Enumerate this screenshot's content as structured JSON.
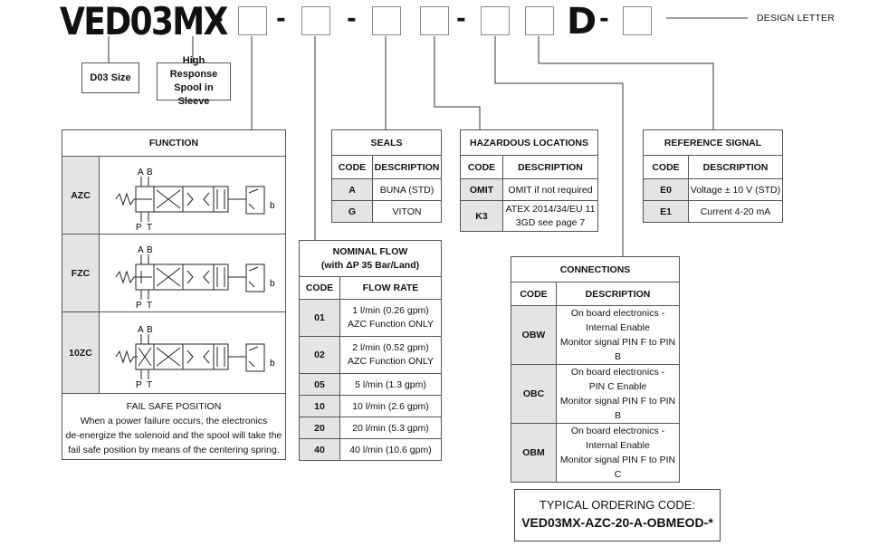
{
  "title": "VED03MX",
  "dash": "-",
  "d_letter": "D",
  "design_letter_label": "DESIGN LETTER",
  "size_label": "D03 Size",
  "spool_label_1": "High Response",
  "spool_label_2": "Spool in Sleeve",
  "function": {
    "header": "FUNCTION",
    "rows": [
      {
        "code": "AZC"
      },
      {
        "code": "FZC"
      },
      {
        "code": "10ZC"
      }
    ],
    "symbol_labels": {
      "a": "A",
      "b": "B",
      "p": "P",
      "t": "T",
      "side_b": "b"
    },
    "failsafe_title": "FAIL SAFE POSITION",
    "failsafe_lines": [
      "When a power failure occurs, the electronics",
      "de-energize the solenoid and the spool will take the",
      "fail safe position by means of the centering spring."
    ]
  },
  "seals": {
    "header": "SEALS",
    "col_code": "CODE",
    "col_desc": "DESCRIPTION",
    "rows": [
      {
        "code": "A",
        "desc": "BUNA (STD)"
      },
      {
        "code": "G",
        "desc": "VITON"
      }
    ]
  },
  "hazardous": {
    "header": "HAZARDOUS LOCATIONS",
    "col_code": "CODE",
    "col_desc": "DESCRIPTION",
    "rows": [
      {
        "code": "OMIT",
        "desc1": "OMIT if not required",
        "desc2": ""
      },
      {
        "code": "K3",
        "desc1": "ATEX 2014/34/EU 11",
        "desc2": "3GD see page 7"
      }
    ]
  },
  "reference": {
    "header": "REFERENCE SIGNAL",
    "col_code": "CODE",
    "col_desc": "DESCRIPTION",
    "rows": [
      {
        "code": "E0",
        "desc": "Voltage ± 10 V (STD)"
      },
      {
        "code": "E1",
        "desc": "Current 4-20 mA"
      }
    ]
  },
  "flow": {
    "header1": "NOMINAL FLOW",
    "header2": "(with ΔP 35 Bar/Land)",
    "col_code": "CODE",
    "col_rate": "FLOW RATE",
    "rows": [
      {
        "code": "01",
        "rate1": "1 l/min (0.26 gpm)",
        "rate2": "AZC Function ONLY"
      },
      {
        "code": "02",
        "rate1": "2 l/min (0.52 gpm)",
        "rate2": "AZC Function ONLY"
      },
      {
        "code": "05",
        "rate1": "5 l/min (1.3 gpm)",
        "rate2": ""
      },
      {
        "code": "10",
        "rate1": "10 l/min (2.6 gpm)",
        "rate2": ""
      },
      {
        "code": "20",
        "rate1": "20 l/min (5.3 gpm)",
        "rate2": ""
      },
      {
        "code": "40",
        "rate1": "40 l/min (10.6 gpm)",
        "rate2": ""
      }
    ]
  },
  "connections": {
    "header": "CONNECTIONS",
    "col_code": "CODE",
    "col_desc": "DESCRIPTION",
    "rows": [
      {
        "code": "OBW",
        "l1": "On board electronics -",
        "l2": "Internal Enable",
        "l3": "Monitor signal PIN F to PIN B"
      },
      {
        "code": "OBC",
        "l1": "On board electronics -",
        "l2": "PIN C Enable",
        "l3": "Monitor signal PIN F to PIN B"
      },
      {
        "code": "OBM",
        "l1": "On board electronics -",
        "l2": "Internal Enable",
        "l3": "Monitor signal PIN F to PIN C"
      }
    ]
  },
  "typical": {
    "label": "TYPICAL ORDERING CODE:",
    "code": "VED03MX-AZC-20-A-OBMEOD-*"
  }
}
